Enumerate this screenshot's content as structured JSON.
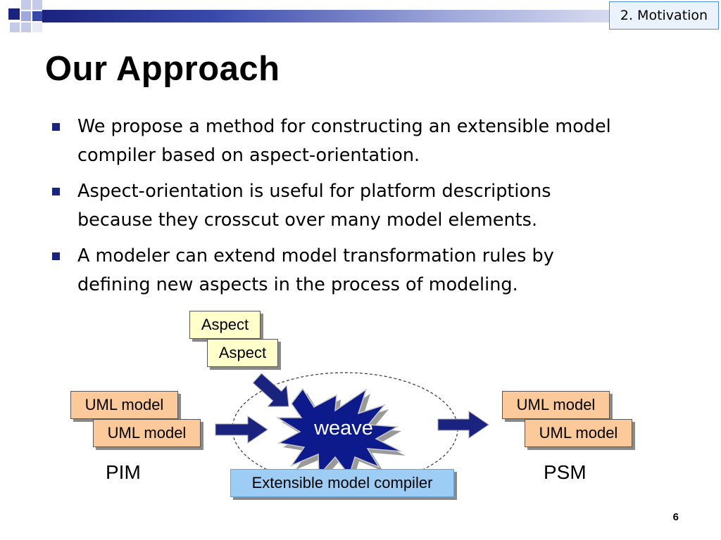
{
  "header": {
    "section_tag": "2. Motivation"
  },
  "slide": {
    "title": "Our Approach",
    "bullets": [
      {
        "line1": "We propose a method for constructing an extensible model",
        "line2": "compiler based on aspect-orientation."
      },
      {
        "line1": "Aspect-orientation is useful for platform descriptions",
        "line2": "because they crosscut over many model elements."
      },
      {
        "line1": "A modeler can extend model transformation rules by",
        "line2": "defining new aspects in the process of modeling."
      }
    ]
  },
  "diagram": {
    "aspect_1": "Aspect",
    "aspect_2": "Aspect",
    "uml_left_1": "UML model",
    "uml_left_2": "UML model",
    "uml_right_1": "UML model",
    "uml_right_2": "UML model",
    "weave": "weave",
    "pim": "PIM",
    "psm": "PSM",
    "compiler": "Extensible model compiler"
  },
  "footer": {
    "page_number": "6"
  },
  "colors": {
    "accent": "#1a237e",
    "weave_star": "#0d1a8c",
    "aspect_fill": "#ffffcc",
    "uml_fill": "#fcc99a",
    "compiler_fill": "#9dcdf5"
  }
}
